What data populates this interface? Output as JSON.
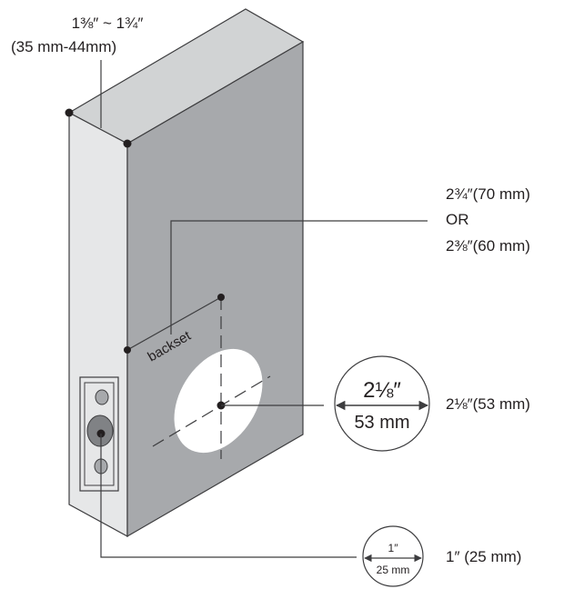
{
  "door_thickness": {
    "imperial": "1⅜″ ~ 1¾″",
    "metric": "(35 mm-44mm)"
  },
  "backset": {
    "label": "backset",
    "option1": "2¾″(70 mm)",
    "or": "OR",
    "option2": "2⅜″(60 mm)"
  },
  "bore_hole": {
    "circle_imperial": "2⅛″",
    "circle_metric": "53 mm",
    "label": "2⅛″(53 mm)"
  },
  "latch_hole": {
    "circle_imperial": "1″",
    "circle_metric": "25 mm",
    "label": "1″ (25 mm)"
  },
  "colors": {
    "top_face": "#d1d3d4",
    "edge_face": "#e6e7e8",
    "side_face": "#a7a9ac",
    "line": "#3d3d3f"
  }
}
